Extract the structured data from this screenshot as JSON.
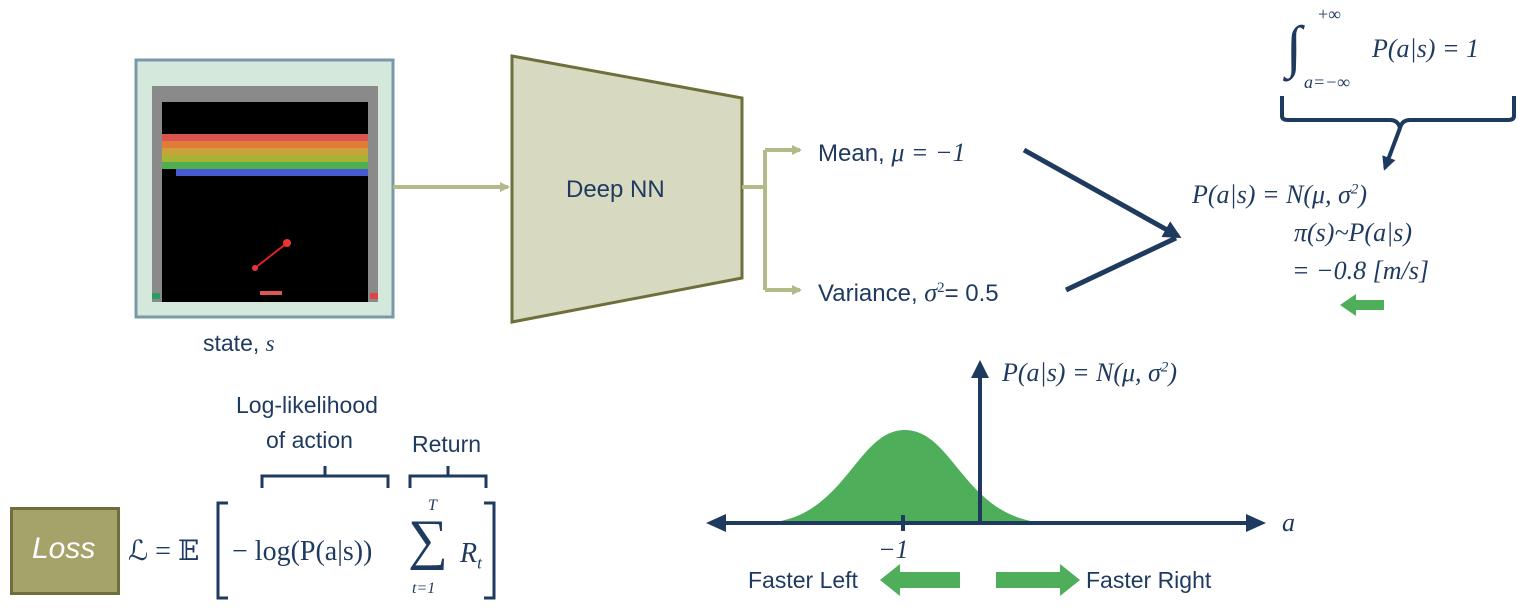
{
  "state_label": {
    "text": "state, ",
    "var": "s"
  },
  "network_label": "Deep NN",
  "mean_label": {
    "text": "Mean, ",
    "expr": "μ = −1"
  },
  "variance_label": {
    "text": "Variance, ",
    "sym": "σ",
    "exp": "2",
    "value": "= 0.5"
  },
  "integral": {
    "upper": "+∞",
    "lower": "a=−∞",
    "body": "P(a|s) = 1"
  },
  "policy": {
    "line1": "P(a|s) = N(μ, σ",
    "line1_exp": "2",
    "line1_end": ")",
    "line2": "π(s)~P(a|s)",
    "line3": "= −0.8 [m/s]"
  },
  "distribution": {
    "label": "P(a|s) = N(μ, σ",
    "label_exp": "2",
    "label_end": ")",
    "axis_var": "a",
    "tick": "−1",
    "faster_left": "Faster Left",
    "faster_right": "Faster Right"
  },
  "loss": {
    "badge": "Loss",
    "formula_prefix": "ℒ = 𝔼",
    "log_term": "− log(P(a|s))",
    "sum_upper": "T",
    "sum_lower": "t=1",
    "reward": "R",
    "reward_sub": "t",
    "brace_ll_line1": "Log-likelihood",
    "brace_ll_line2": "of action",
    "brace_return": "Return"
  },
  "colors": {
    "olive": "#8e9a5f",
    "olive_dark": "#6f6f3c",
    "nn_fill": "#d7d9c0",
    "navy": "#1f3a5f",
    "green": "#4fae5a",
    "frame_fill": "#d4e8db",
    "loss_badge": "#a5a26a"
  }
}
